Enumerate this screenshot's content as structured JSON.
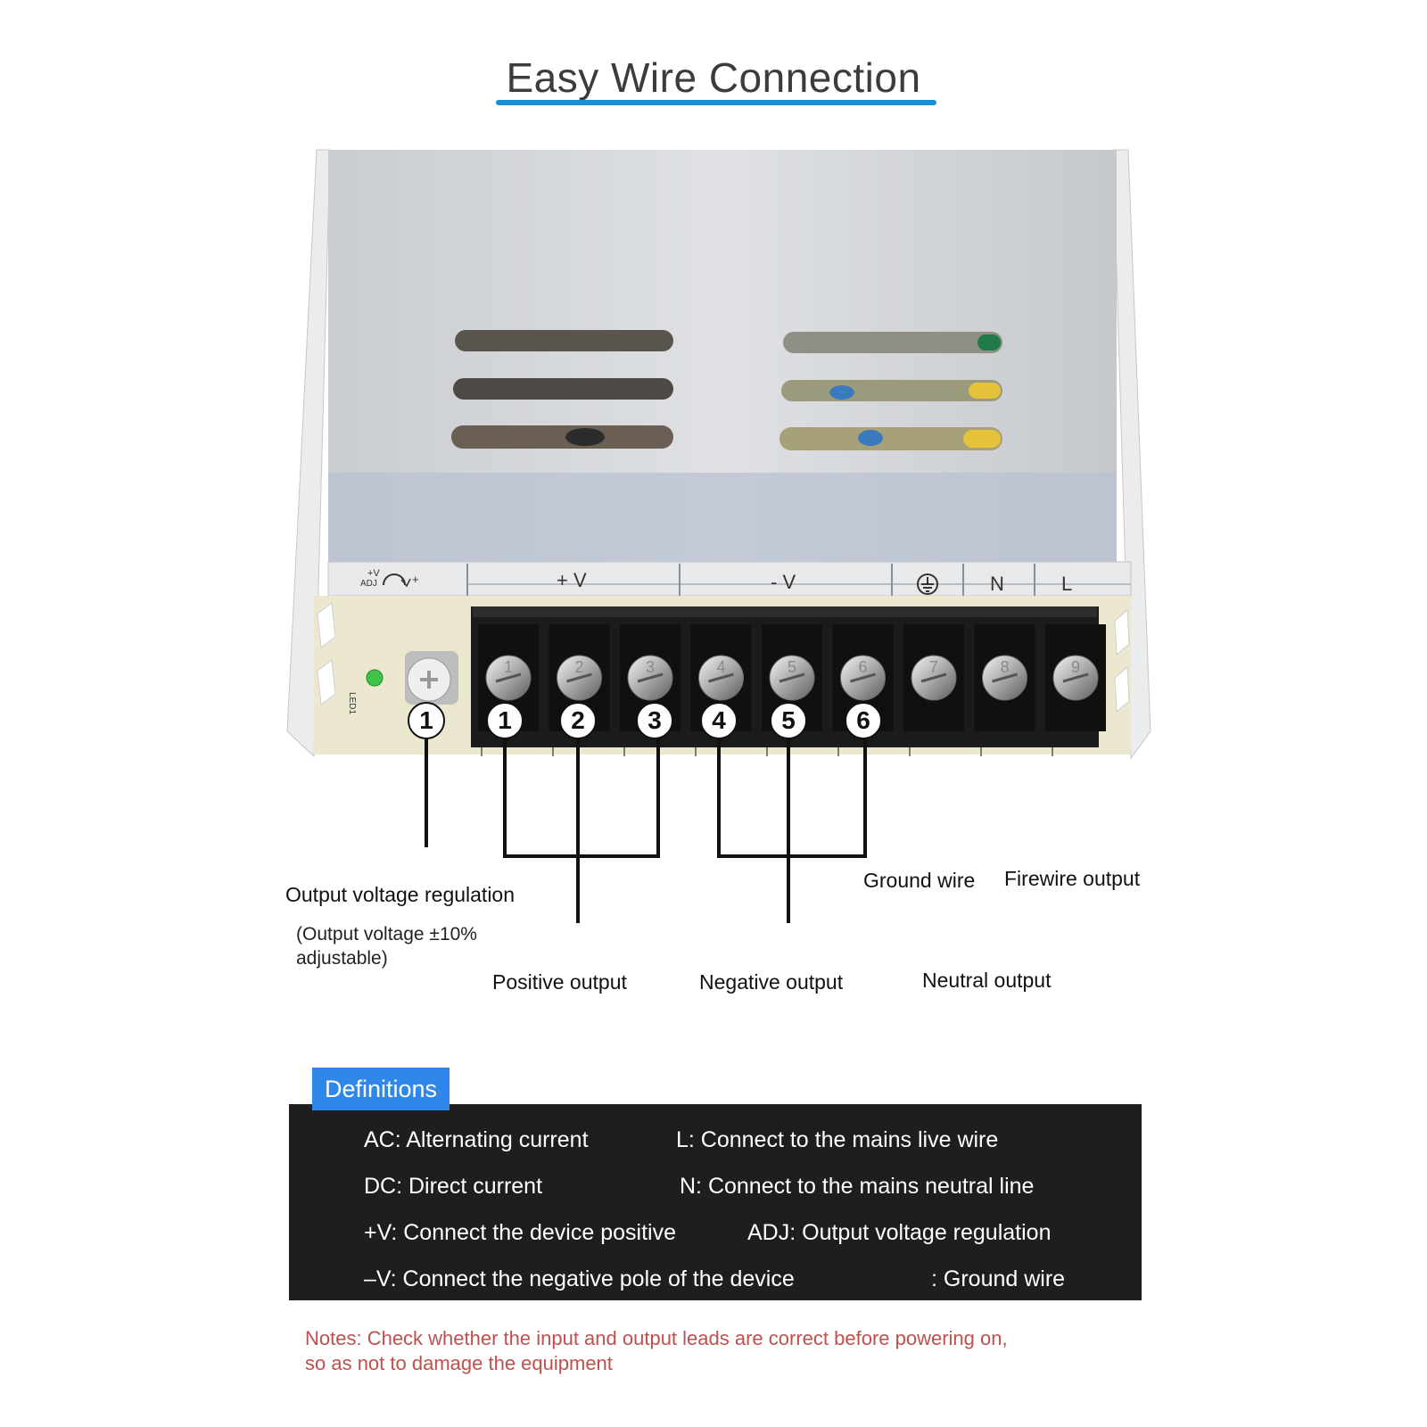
{
  "title": "Easy Wire Connection",
  "device": {
    "panel_labels": {
      "adj_top": "+V",
      "adj_bottom": "ADJ",
      "adj_plus": "+",
      "plus_v": "+ V",
      "minus_v": "- V",
      "neutral": "N",
      "live": "L",
      "pcb_text": "LED1"
    },
    "terminal_numbers": [
      "1",
      "2",
      "3",
      "4",
      "5",
      "6",
      "7",
      "8",
      "9"
    ],
    "callouts": [
      "1",
      "1",
      "2",
      "3",
      "4",
      "5",
      "6"
    ]
  },
  "labels": {
    "output_voltage_regulation": "Output voltage regulation",
    "output_voltage_note_1": "(Output voltage ±10%",
    "output_voltage_note_2": "adjustable)",
    "positive_output": "Positive output",
    "negative_output": "Negative output",
    "ground_wire": "Ground wire",
    "firewire_output": "Firewire output",
    "neutral_output": "Neutral output"
  },
  "definitions": {
    "tag": "Definitions",
    "items": [
      "AC: Alternating current",
      "L: Connect to the mains live wire",
      "DC: Direct current",
      "N: Connect to the mains neutral line",
      "+V: Connect the device positive",
      "ADJ: Output voltage regulation",
      "–V: Connect the negative pole of the device",
      ": Ground wire"
    ]
  },
  "notes": {
    "line1": "Notes: Check whether the input and output leads are correct before powering on,",
    "line2": "so as not to damage the equipment"
  },
  "colors": {
    "accent_blue": "#1a8fd6",
    "tag_blue": "#2f87e9",
    "definitions_bg": "#1e1e1e",
    "note_red": "#c0504d",
    "led_green": "#3ec24a"
  }
}
